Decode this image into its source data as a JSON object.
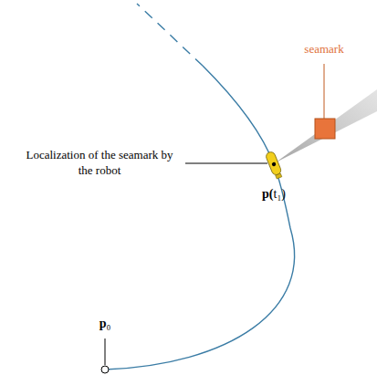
{
  "diagram": {
    "labels": [
      "seamark",
      "Localization of the seamark by the robot",
      "p(t₁)",
      "p₀"
    ]
  }
}
